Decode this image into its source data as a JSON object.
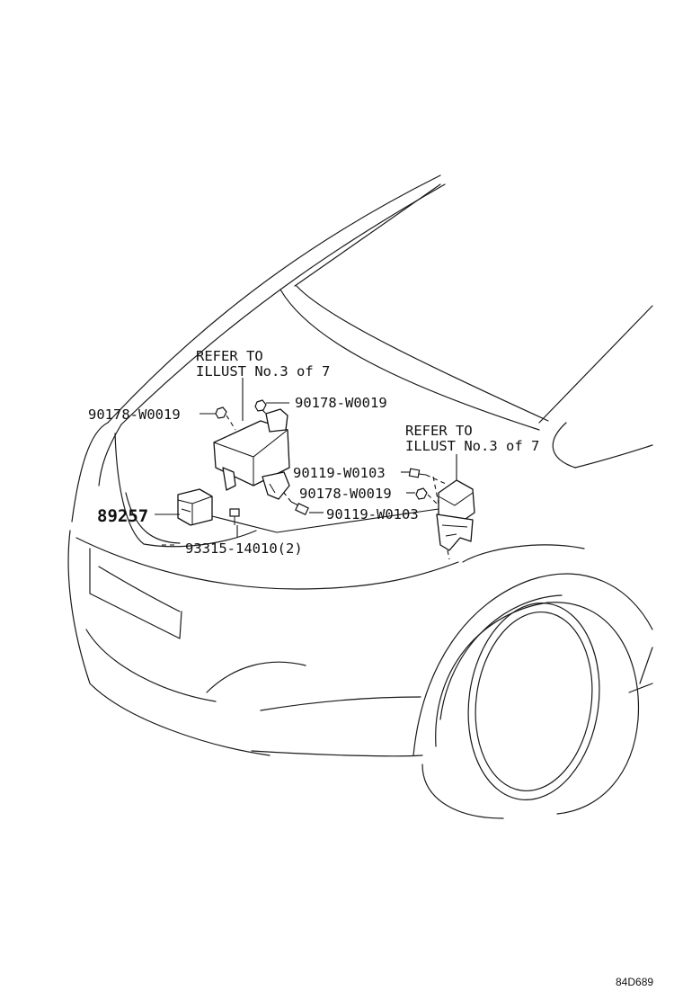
{
  "diagram": {
    "labels": {
      "refer_left_line1": "REFER TO",
      "refer_left_line2": "ILLUST No.3 of 7",
      "refer_right_line1": "REFER TO",
      "refer_right_line2": "ILLUST No.3 of 7",
      "part_90178_left": "90178-W0019",
      "part_90178_top": "90178-W0019",
      "part_90119_upper": "90119-W0103",
      "part_90178_right": "90178-W0019",
      "part_90119_lower": "90119-W0103",
      "part_89257": "89257",
      "part_93315": "93315-14010(2)"
    },
    "illustration_code": "84D689"
  }
}
